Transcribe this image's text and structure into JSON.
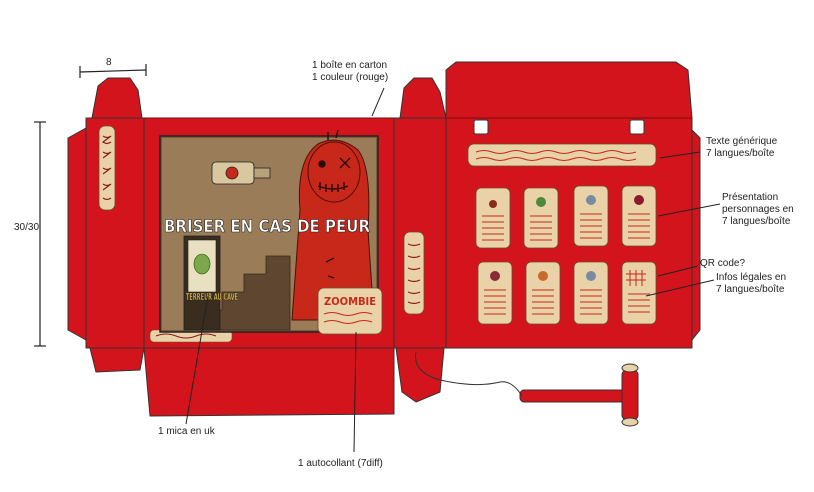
{
  "colors": {
    "box_red": "#d4141c",
    "box_red_dark": "#a50d12",
    "beige": "#ead2a8",
    "poster_brown": "#7a5a3a",
    "zombie_red": "#c8281a",
    "ink": "#222222"
  },
  "dimensions": {
    "width_label": "8",
    "height_label": "30/30"
  },
  "poster": {
    "title": "BRISER EN CAS DE PEUR",
    "sign": "TERREUR AU CAVE",
    "sticker": "ZOOMBIE"
  },
  "annotations": {
    "box_line1": "1 boîte en carton",
    "box_line2": "1 couleur (rouge)",
    "text_line1": "Texte générique",
    "text_line2": "7 langues/boîte",
    "pres_line1": "Présentation",
    "pres_line2": "personnages en",
    "pres_line3": "7 langues/boîte",
    "qr": "QR code?",
    "legal_line1": "Infos légales en",
    "legal_line2": "7 langues/boîte",
    "mica": "1 mica en uk",
    "sticker": "1 autocollant (7diff)"
  }
}
